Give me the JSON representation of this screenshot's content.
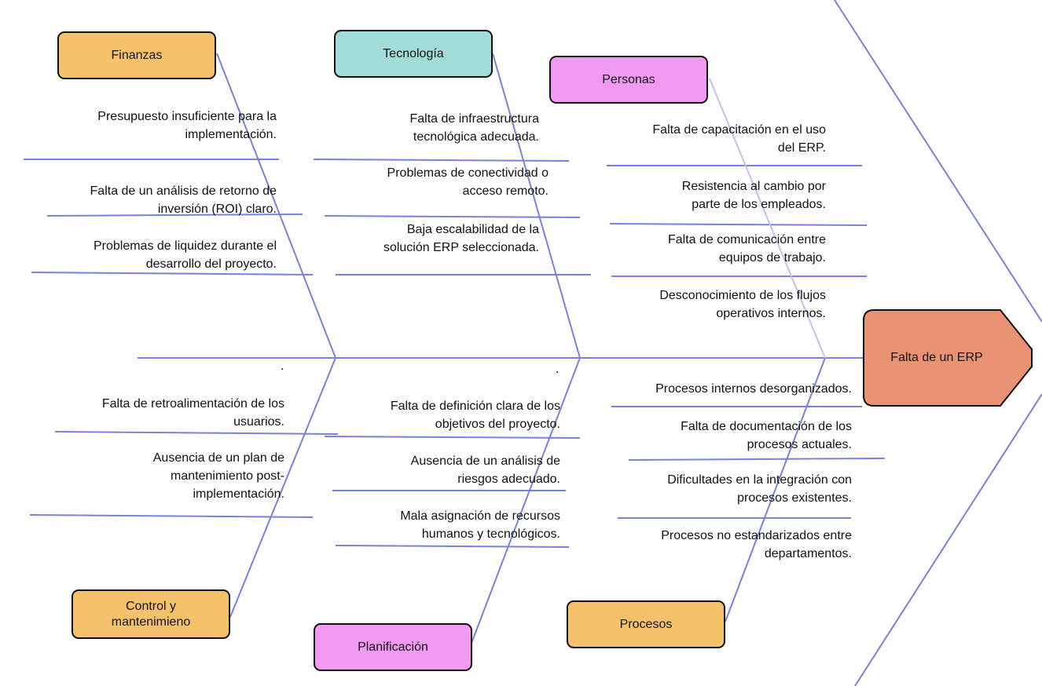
{
  "effect": {
    "label": "Falta de un ERP",
    "color": "#e89474"
  },
  "colors": {
    "line": "#7b7fe0",
    "light_line": "#bfc2ef",
    "orange": "#f5c26b",
    "teal": "#a2dcd9",
    "pink": "#f09af2"
  },
  "categories": {
    "finanzas": {
      "label": "Finanzas",
      "causes": [
        "Presupuesto insuficiente para la\nimplementación.",
        "Falta de un análisis de retorno de\ninversión (ROI) claro.",
        "Problemas de liquidez durante el\ndesarrollo del proyecto."
      ]
    },
    "tecnologia": {
      "label": "Tecnología",
      "causes": [
        "Falta de infraestructura\ntecnológica adecuada.",
        "Problemas de conectividad o\nacceso remoto.",
        "Baja escalabilidad de la\nsolución ERP seleccionada."
      ]
    },
    "personas": {
      "label": "Personas",
      "causes": [
        "Falta de capacitación en el uso\ndel ERP.",
        "Resistencia al cambio por\nparte de los empleados.",
        "Falta de comunicación entre\nequipos de trabajo.",
        "Desconocimiento de los flujos\noperativos internos."
      ]
    },
    "control": {
      "label": "Control y\nmantenimieno",
      "causes": [
        "Falta de retroalimentación de los\nusuarios.",
        "Ausencia de un plan de\nmantenimiento post-\nimplementación."
      ]
    },
    "planificacion": {
      "label": "Planificación",
      "causes": [
        "Falta de definición clara de los\nobjetivos del proyecto.",
        "Ausencia de un análisis de\nriesgos adecuado.",
        "Mala asignación de recursos\nhumanos y tecnológicos."
      ]
    },
    "procesos": {
      "label": "Procesos",
      "causes": [
        "Procesos internos desorganizados.",
        "Falta de documentación de los\nprocesos actuales.",
        "Dificultades en la integración con\nprocesos existentes.",
        "Procesos no estandarizados entre\ndepartamentos."
      ]
    }
  },
  "dots": [
    ".",
    "."
  ]
}
